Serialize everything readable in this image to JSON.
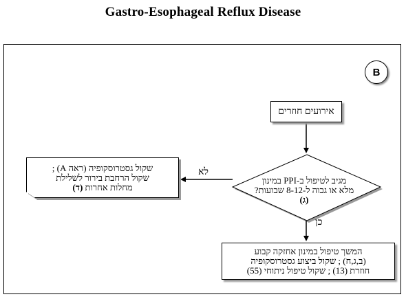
{
  "title": "Gastro-Esophageal Reflux Disease",
  "badge": "B",
  "nodes": {
    "recurrent": "אירועים חוזרים",
    "decision": {
      "line1": "מגיב לטיפול ב-PPI במינון",
      "line2": "מלא או גבוה ל-8-12 שבועות?",
      "ref": "(ג)"
    },
    "no_branch": {
      "line1": "שקול גסטרוסקופיה (ראה A) ;",
      "line2": "שקול הרחבת בירור לשלילת",
      "line3": "מחלות אחרות",
      "ref": "(ד)"
    },
    "yes_branch": {
      "line1": "המשך טיפול במינון אחזקה קבוע",
      "line2": "(ב,ג,ח) ; שקול ביצוע גסטרוסקופיה",
      "line3": "חוזרת (13) ; שקול טיפול ניתוחי (55)"
    }
  },
  "edges": {
    "no_label": "לא",
    "yes_label": "כן"
  }
}
